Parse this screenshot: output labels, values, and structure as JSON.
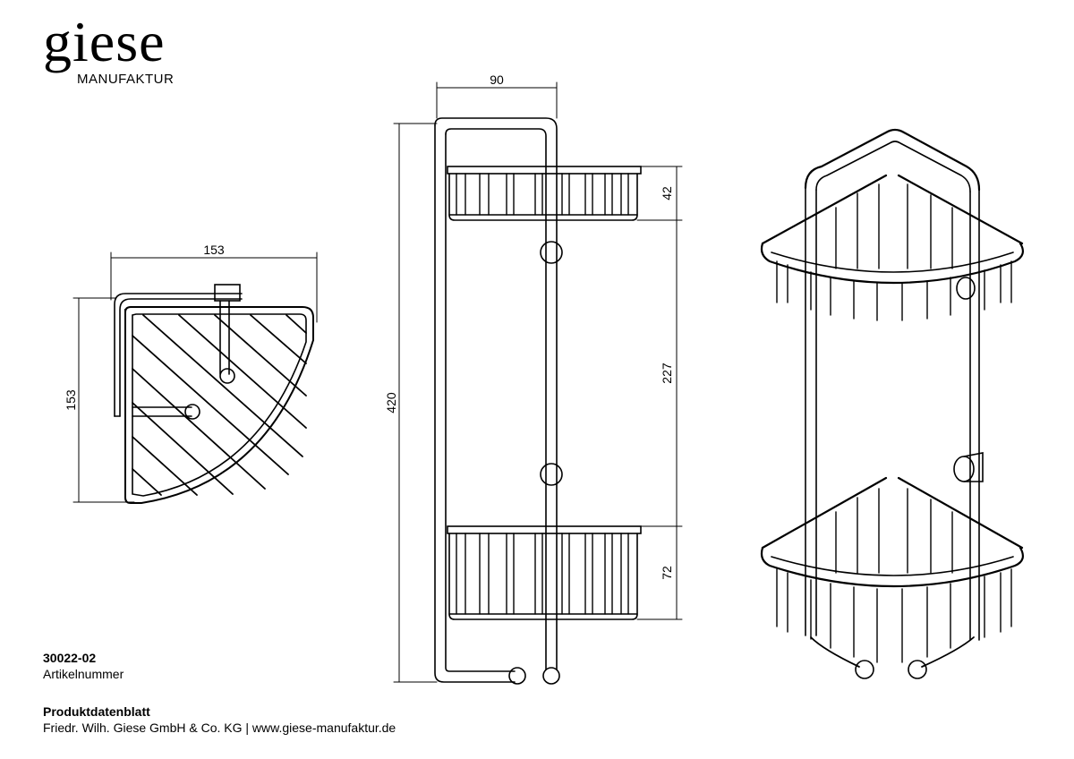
{
  "brand": {
    "name": "giese",
    "sub": "MANUFAKTUR"
  },
  "product": {
    "number": "30022-02",
    "number_label": "Artikelnummer"
  },
  "footer": {
    "title": "Produktdatenblatt",
    "company": "Friedr. Wilh. Giese GmbH & Co. KG | www.giese-manufaktur.de"
  },
  "dimensions": {
    "top_width": "153",
    "top_depth": "153",
    "side_width": "90",
    "total_height": "420",
    "basket_top_height": "42",
    "basket_gap": "227",
    "basket_bottom_height": "72"
  },
  "colors": {
    "line": "#000000",
    "background": "#ffffff"
  }
}
